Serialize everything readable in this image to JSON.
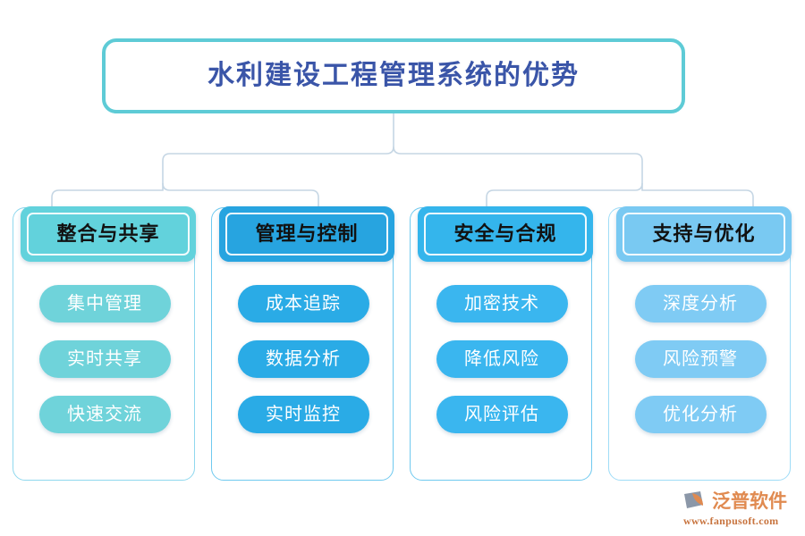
{
  "diagram": {
    "type": "hierarchy-tree",
    "title": "水利建设工程管理系统的优势",
    "title_color": "#3a55a8",
    "title_border_color": "#5ecbd6",
    "connector_color": "#c5d6e4",
    "columns": [
      {
        "header": "整合与共享",
        "header_color": "#62d2dc",
        "border_color": "#8fd8ee",
        "pill_color": "#6fd3da",
        "items": [
          "集中管理",
          "实时共享",
          "快速交流"
        ]
      },
      {
        "header": "管理与控制",
        "header_color": "#27a4e0",
        "border_color": "#6fc9ef",
        "pill_color": "#2aabe6",
        "items": [
          "成本追踪",
          "数据分析",
          "实时监控"
        ]
      },
      {
        "header": "安全与合规",
        "header_color": "#34b5ec",
        "border_color": "#6fc9ef",
        "pill_color": "#3ab6ef",
        "items": [
          "加密技术",
          "降低风险",
          "风险评估"
        ]
      },
      {
        "header": "支持与优化",
        "header_color": "#79c9f2",
        "border_color": "#9fdcf7",
        "pill_color": "#7fcbf4",
        "items": [
          "深度分析",
          "风险预警",
          "优化分析"
        ]
      }
    ]
  },
  "logo": {
    "mark_icon": "fanpu-logo-icon",
    "mark_color_primary": "#8b97a8",
    "mark_color_accent": "#e08a50",
    "wordmark": "泛普软件",
    "url": "www.fanpusoft.com"
  }
}
